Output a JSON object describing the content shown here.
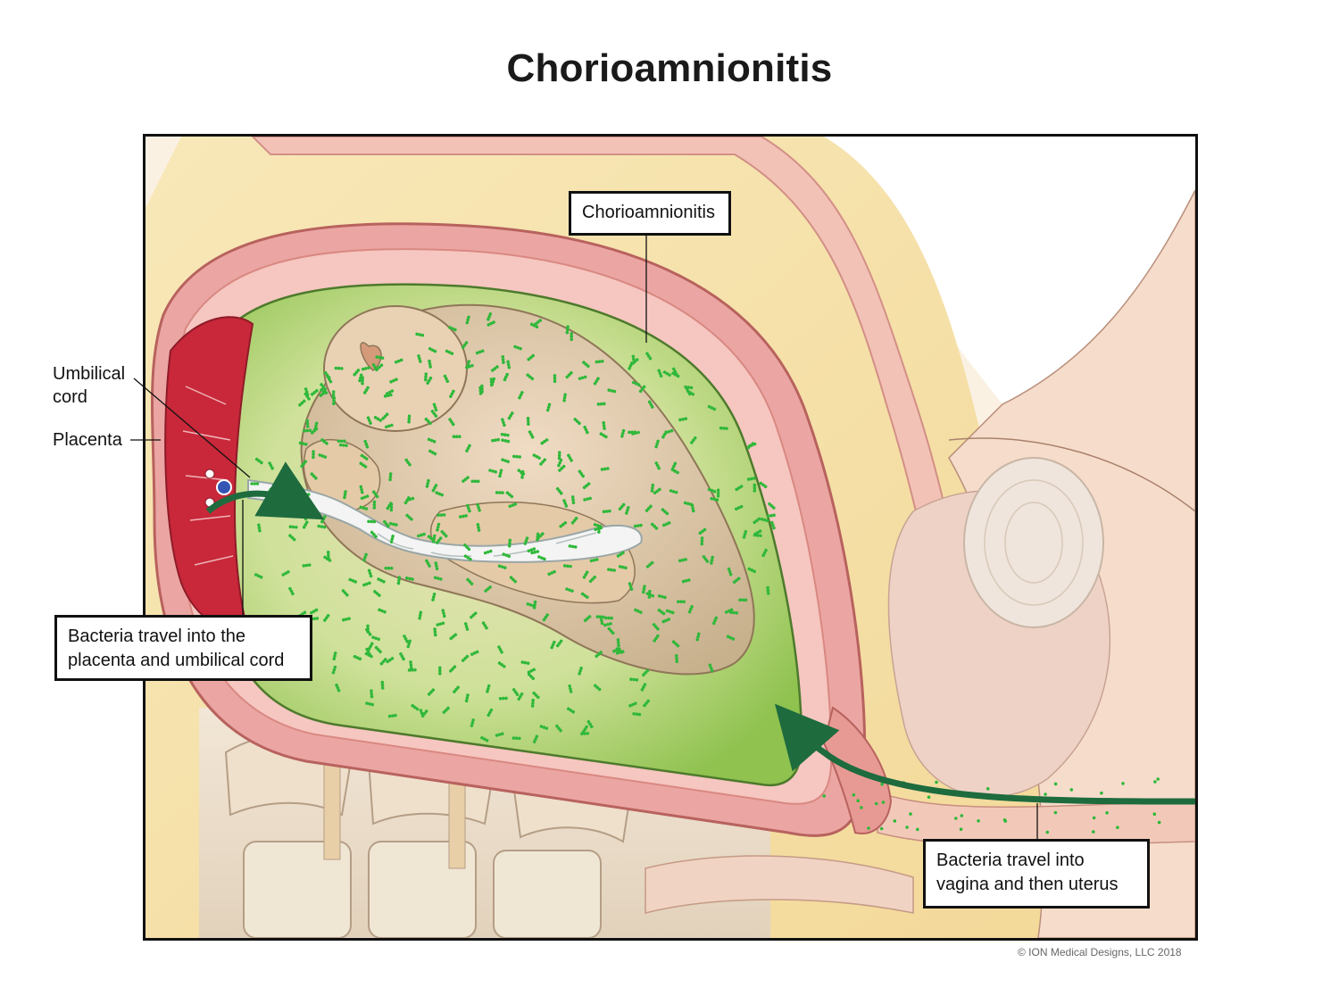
{
  "title": "Chorioamnionitis",
  "labels": {
    "chorioamnionitis": "Chorioamnionitis",
    "umbilical_cord": [
      "Umbilical",
      "cord"
    ],
    "placenta": "Placenta",
    "bacteria_placenta": [
      "Bacteria travel into the",
      "placenta and umbilical cord"
    ],
    "bacteria_vagina": [
      "Bacteria travel into",
      "vagina and then uterus"
    ]
  },
  "copyright": "© ION Medical Designs, LLC 2018",
  "colors": {
    "infection_green": "#9fcf5a",
    "bacteria_green": "#2fb83a",
    "arrow_green": "#1e6b3e",
    "uterine_wall": "#e8a4a0",
    "placenta_red": "#c8283a",
    "fat_yellow": "#f5e3b0",
    "skin": "#f2d7c4"
  }
}
